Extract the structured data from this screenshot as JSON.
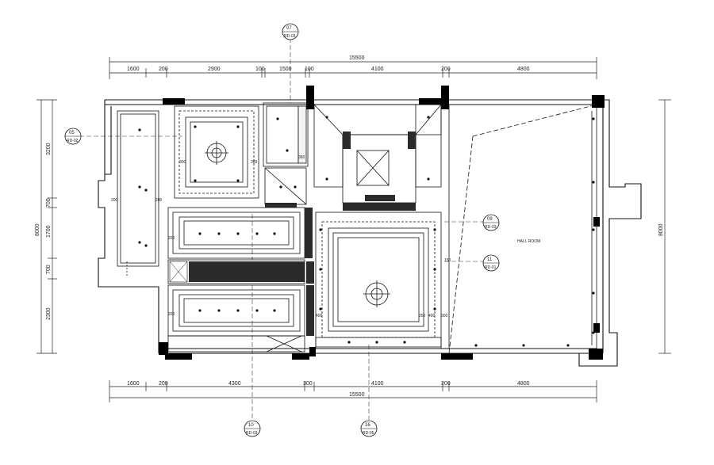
{
  "drawing": {
    "type": "ceiling-plan",
    "dims_top_total": "15500",
    "dims_bottom_total": "15500",
    "dims_top": [
      "1600",
      "200",
      "2900",
      "100",
      "1500",
      "100",
      "4100",
      "200",
      "4800"
    ],
    "dims_bottom": [
      "1600",
      "200",
      "4300",
      "300",
      "4100",
      "200",
      "4800"
    ],
    "dims_left": [
      "3200",
      "700",
      "1700",
      "700",
      "2300"
    ],
    "dims_left_total": "8000",
    "dims_right_total": "8000",
    "section_marks": [
      {
        "num": "07",
        "ref": "RD-03"
      },
      {
        "num": "05",
        "ref": "RD-02"
      },
      {
        "num": "09",
        "ref": "RD-03"
      },
      {
        "num": "11",
        "ref": "RD-01"
      },
      {
        "num": "10",
        "ref": "RD-03"
      },
      {
        "num": "16",
        "ref": "RD-05"
      }
    ],
    "room_note": "HALL ROOM",
    "inner_dims": [
      "300",
      "300",
      "200",
      "200",
      "200",
      "350",
      "200",
      "400",
      "400",
      "300",
      "250",
      "150"
    ],
    "colors": {
      "line": "#111111",
      "hatch": "#2b2b2b",
      "column": "#000000"
    }
  }
}
